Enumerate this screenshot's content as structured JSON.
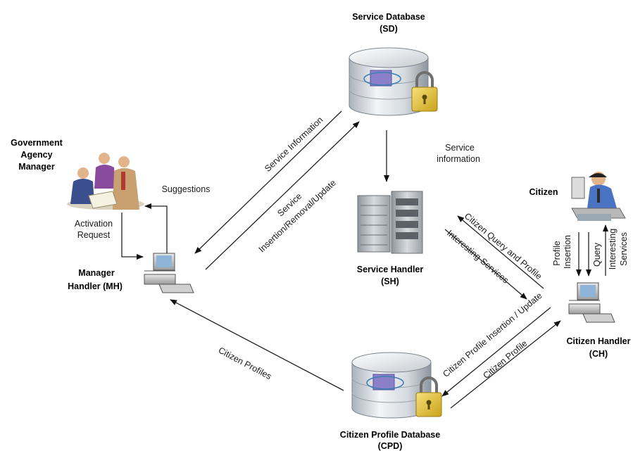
{
  "nodes": {
    "service_db": {
      "title": "Service Database",
      "abbr": "(SD)"
    },
    "service_handler": {
      "title": "Service Handler",
      "abbr": "(SH)"
    },
    "citizen_profile_db": {
      "title": "Citizen Profile Database",
      "abbr": "(CPD)"
    },
    "manager_handler": {
      "title_line1": "Manager",
      "title_line2": "Handler (MH)"
    },
    "citizen_handler": {
      "title": "Citizen Handler",
      "abbr": "(CH)"
    },
    "gov_manager": {
      "line1": "Government",
      "line2": "Agency",
      "line3": "Manager"
    },
    "citizen": {
      "title": "Citizen"
    }
  },
  "flows": {
    "service_information_sd_mh": "Service Information",
    "service_iru_line1": "Service",
    "service_iru_line2": "Insertion/Removal/Update",
    "service_info_sh_line1": "Service",
    "service_info_sh_line2": "information",
    "suggestions": "Suggestions",
    "activation_line1": "Activation",
    "activation_line2": "Request",
    "citizen_query_profile": "Citizen Query and Profile",
    "interesting_services_sh": "Interesting Services",
    "profile_insertion_line1": "Profile",
    "profile_insertion_line2": "Insertion",
    "query": "Query",
    "interesting_services_ch_line1": "Interesting",
    "interesting_services_ch_line2": "Services",
    "citizen_profile_insertion_update": "Citizen Profile Insertion / Update",
    "citizen_profile": "Citizen Profile",
    "citizen_profiles": "Citizen Profiles"
  }
}
